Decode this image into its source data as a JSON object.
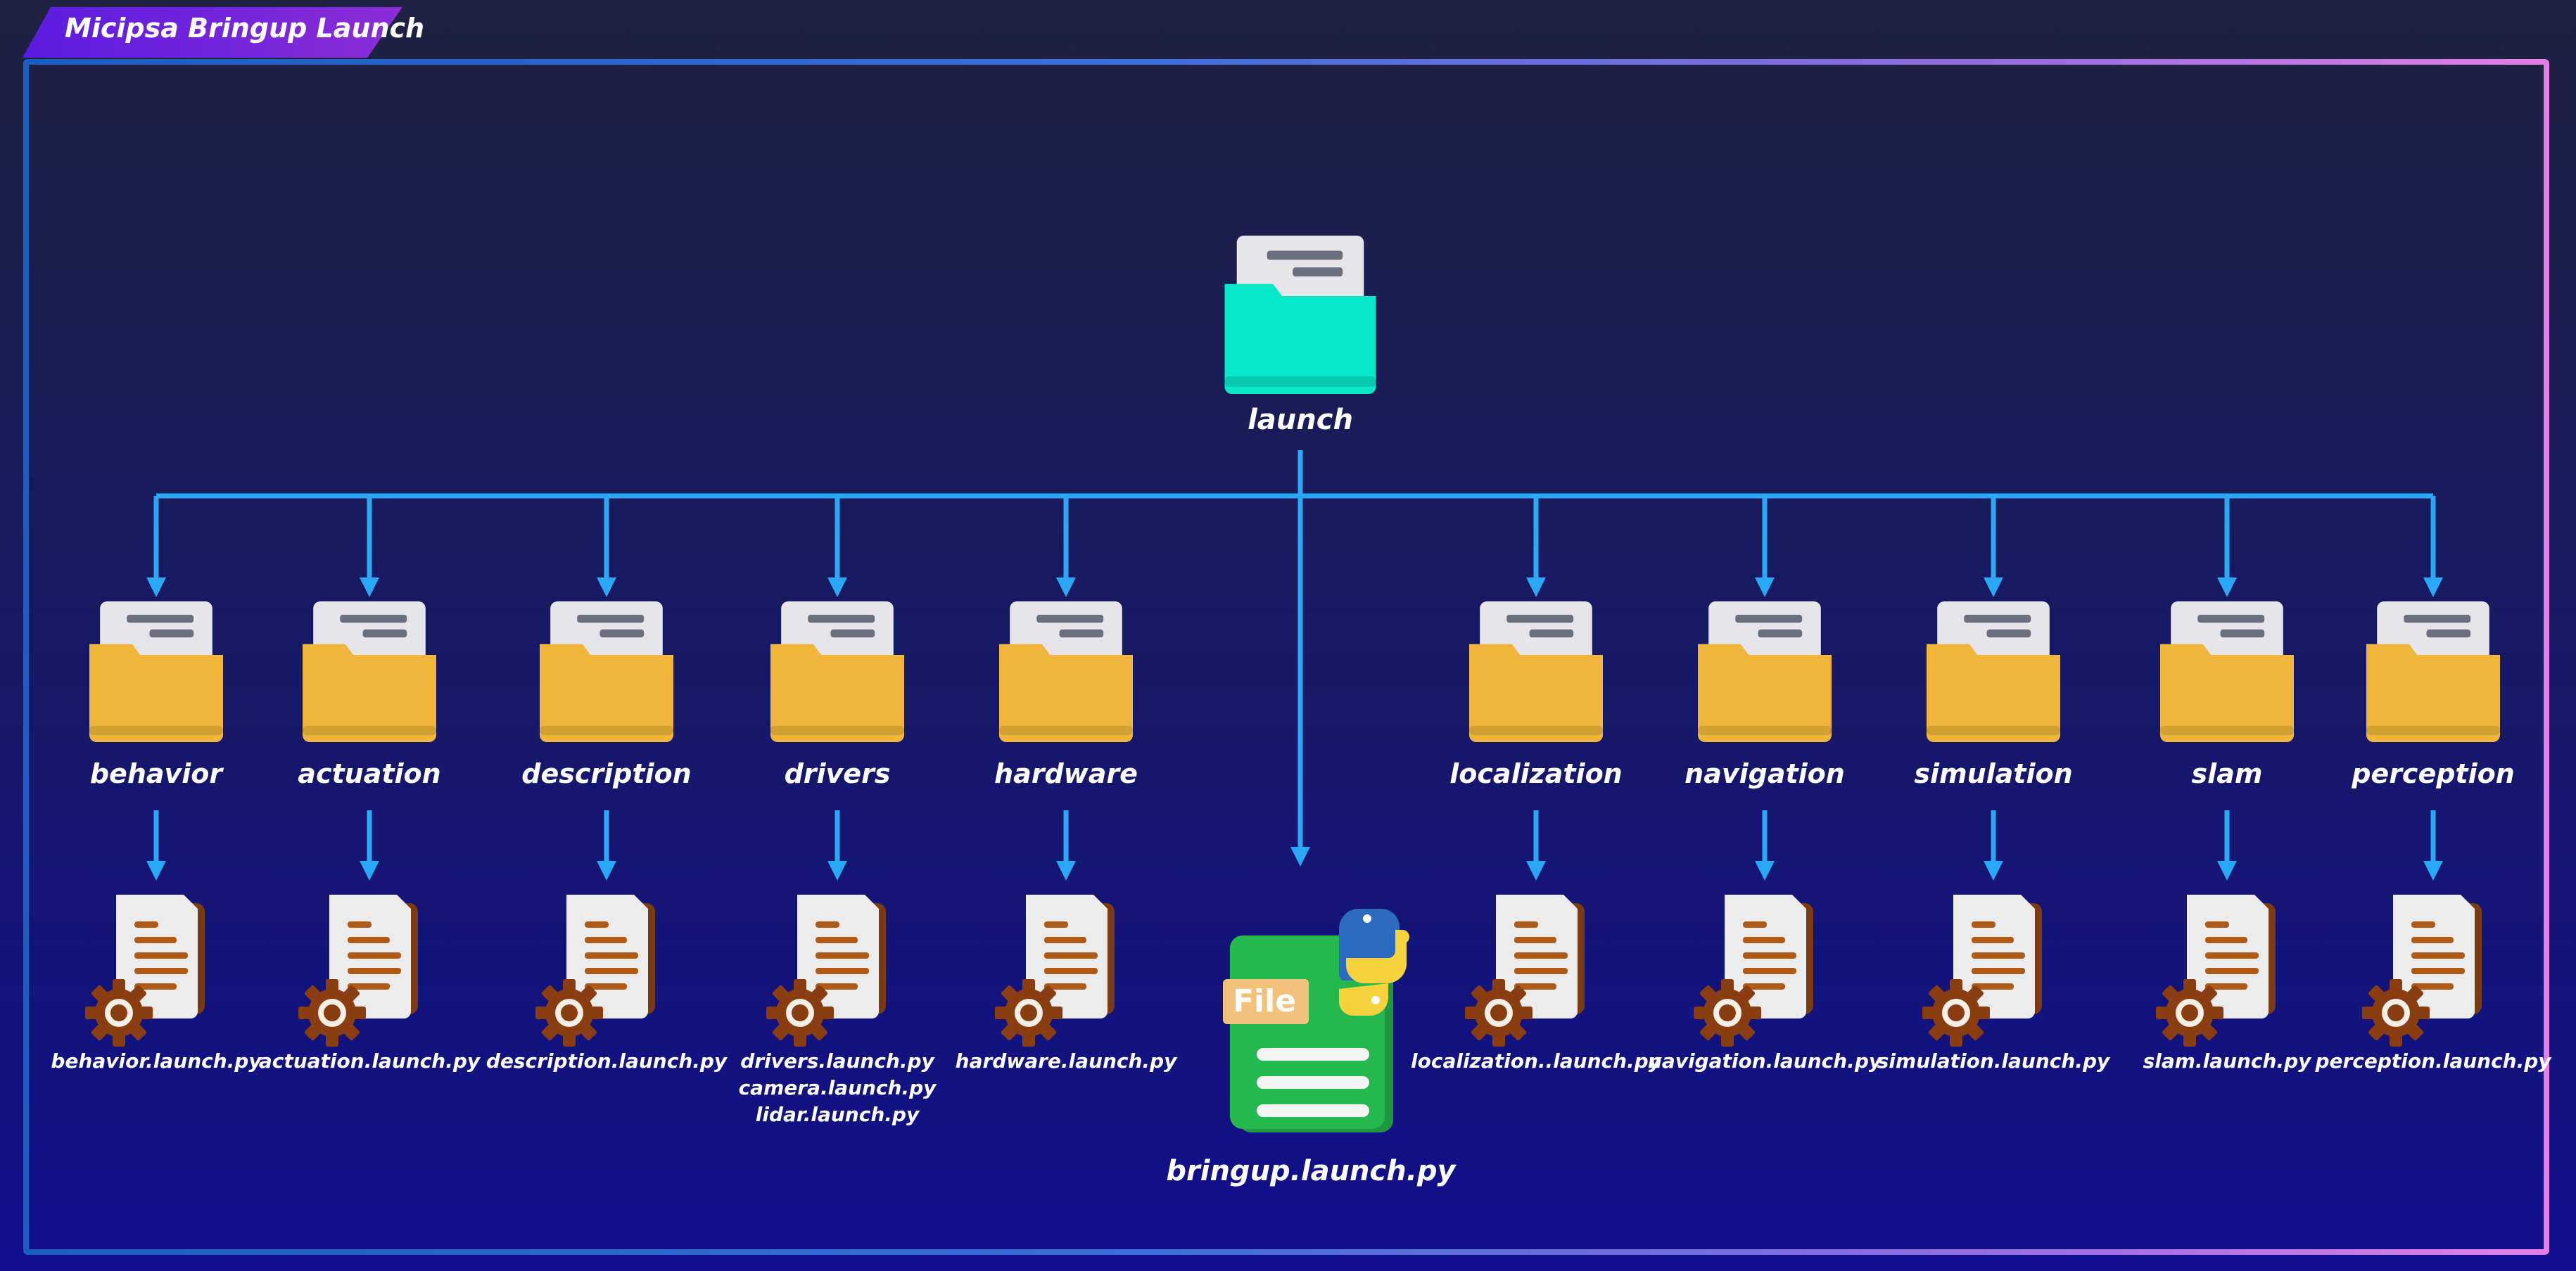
{
  "title": "Micipsa Bringup Launch",
  "root": {
    "label": "launch",
    "icon": "folder-teal-icon"
  },
  "folders": [
    {
      "label": "behavior",
      "files": [
        "behavior.launch.py"
      ]
    },
    {
      "label": "actuation",
      "files": [
        "actuation.launch.py"
      ]
    },
    {
      "label": "description",
      "files": [
        "description.launch.py"
      ]
    },
    {
      "label": "drivers",
      "files": [
        "drivers.launch.py",
        "camera.launch.py",
        "lidar.launch.py"
      ]
    },
    {
      "label": "hardware",
      "files": [
        "hardware.launch.py"
      ]
    },
    {
      "label": "localization",
      "files": [
        "localization..launch.py"
      ]
    },
    {
      "label": "navigation",
      "files": [
        "navigation.launch.py"
      ]
    },
    {
      "label": "simulation",
      "files": [
        "simulation.launch.py"
      ]
    },
    {
      "label": "slam",
      "files": [
        "slam.launch.py"
      ]
    },
    {
      "label": "perception",
      "files": [
        "perception.launch.py"
      ]
    }
  ],
  "main_file": {
    "label": "bringup.launch.py",
    "badge": "File",
    "icon": "python-file-icon"
  },
  "colors": {
    "connector": "#2aa7f5",
    "folder": "#f0b63c",
    "root_folder": "#06e8c8",
    "file_gear": "#8a3d10",
    "main_file": "#22b24c"
  }
}
